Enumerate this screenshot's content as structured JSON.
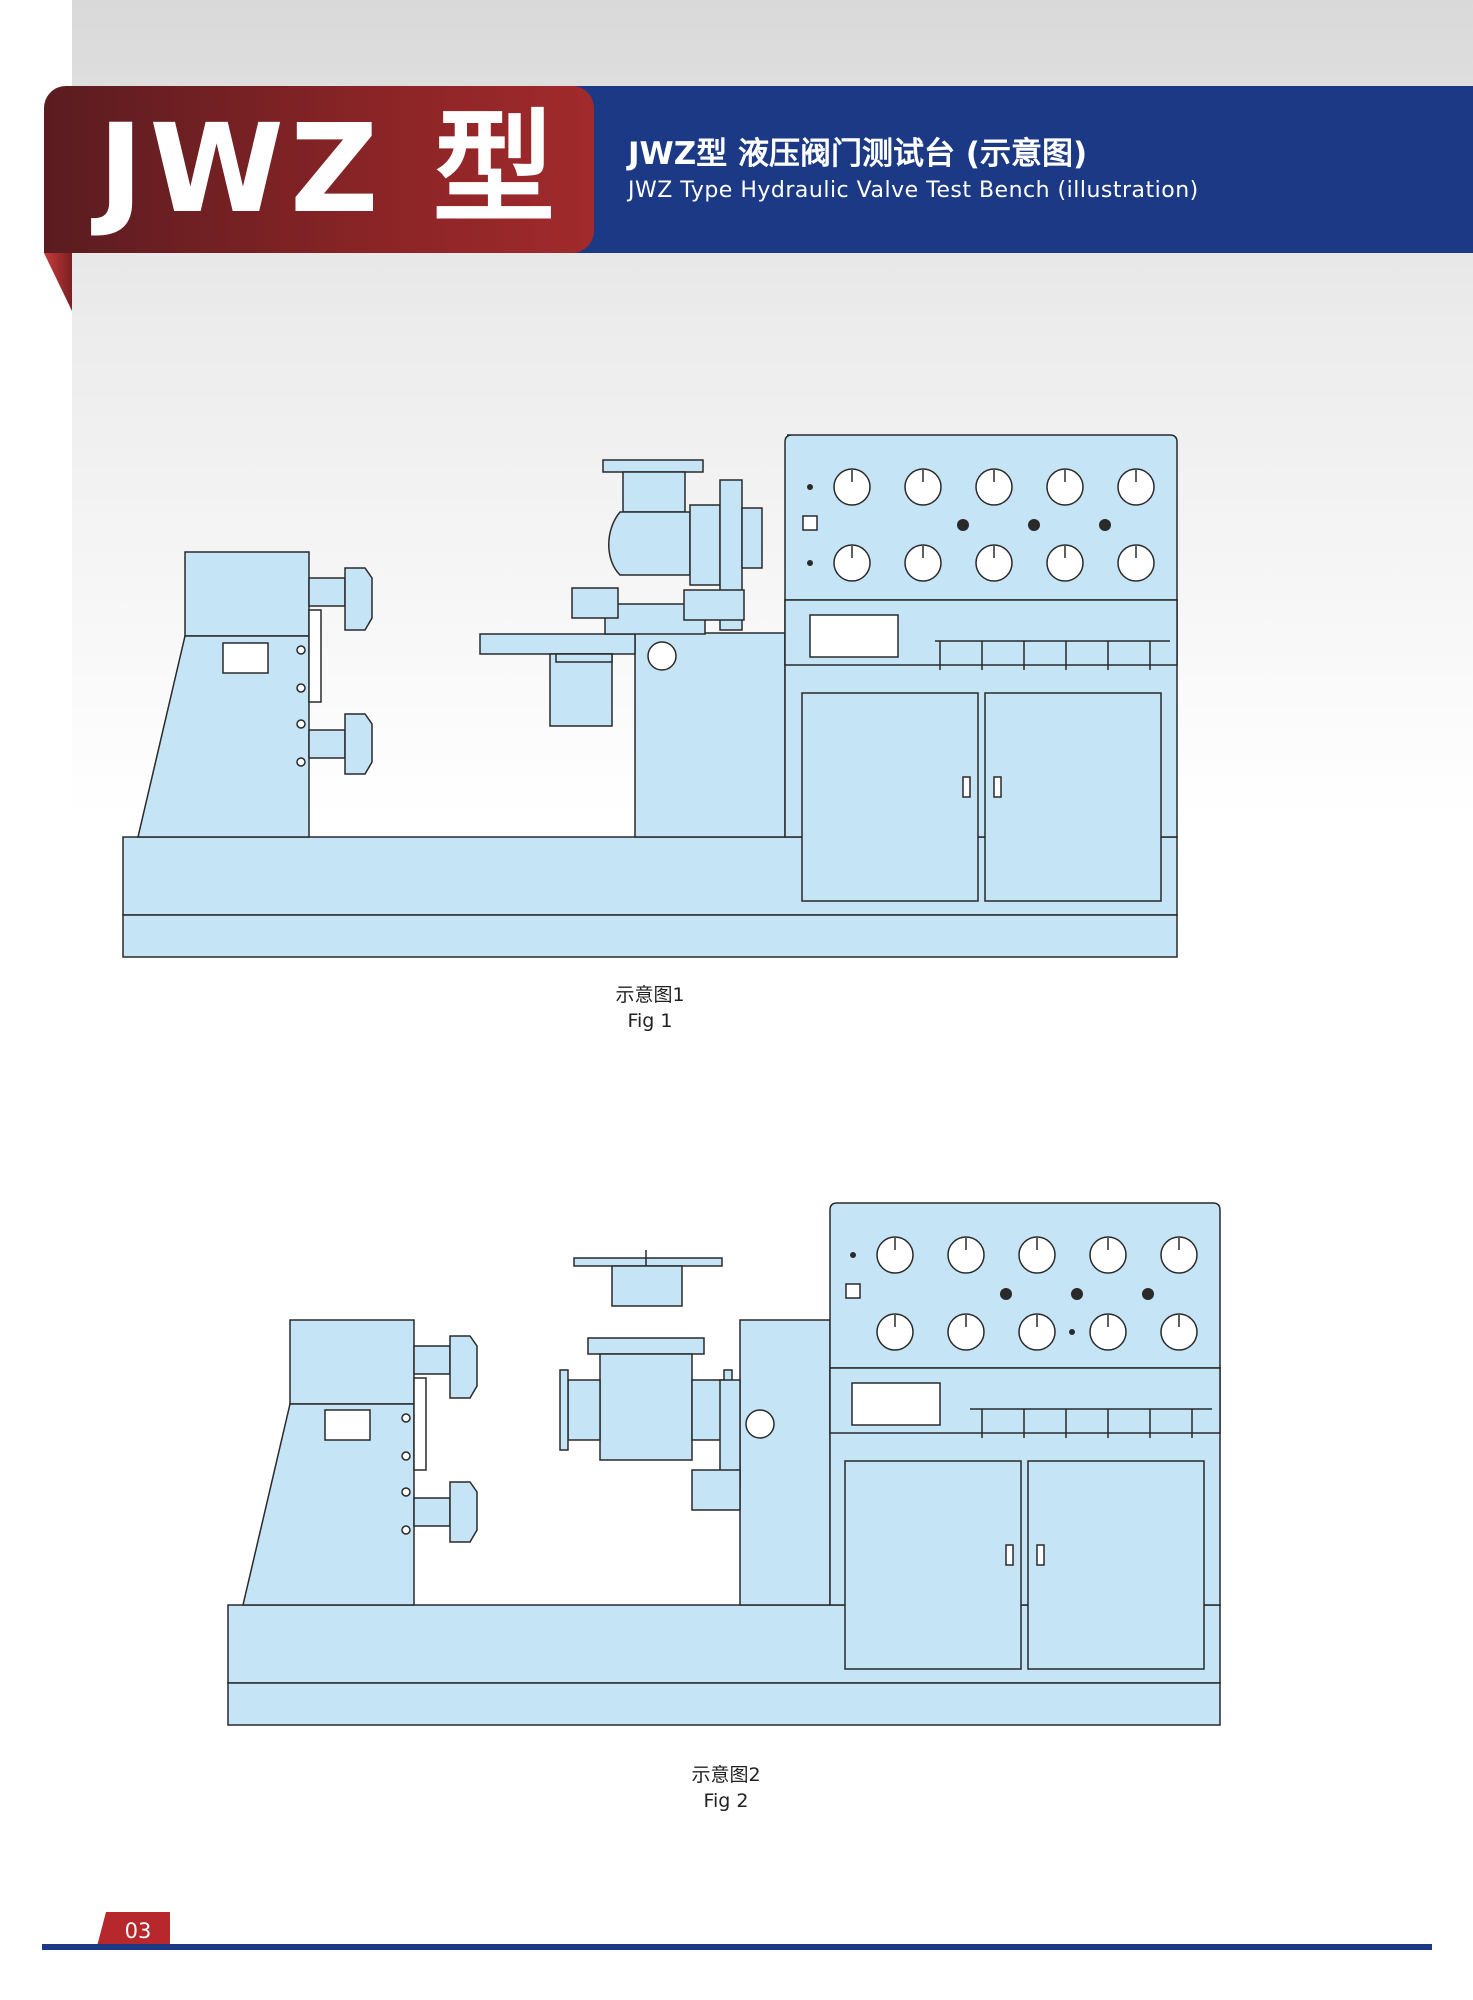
{
  "header": {
    "badge": "JWZ 型",
    "title_cn": "JWZ型 液压阀门测试台 (示意图)",
    "title_en": "JWZ Type Hydraulic Valve Test Bench (illustration)"
  },
  "figures": [
    {
      "caption_cn": "示意图1",
      "caption_en": "Fig 1"
    },
    {
      "caption_cn": "示意图2",
      "caption_en": "Fig 2"
    }
  ],
  "footer": {
    "page_number": "03"
  },
  "colors": {
    "brand_blue": "#1b3985",
    "brand_red": "#b6282b",
    "machine_fill": "#c5e4f6",
    "line": "#2a2a2a"
  }
}
